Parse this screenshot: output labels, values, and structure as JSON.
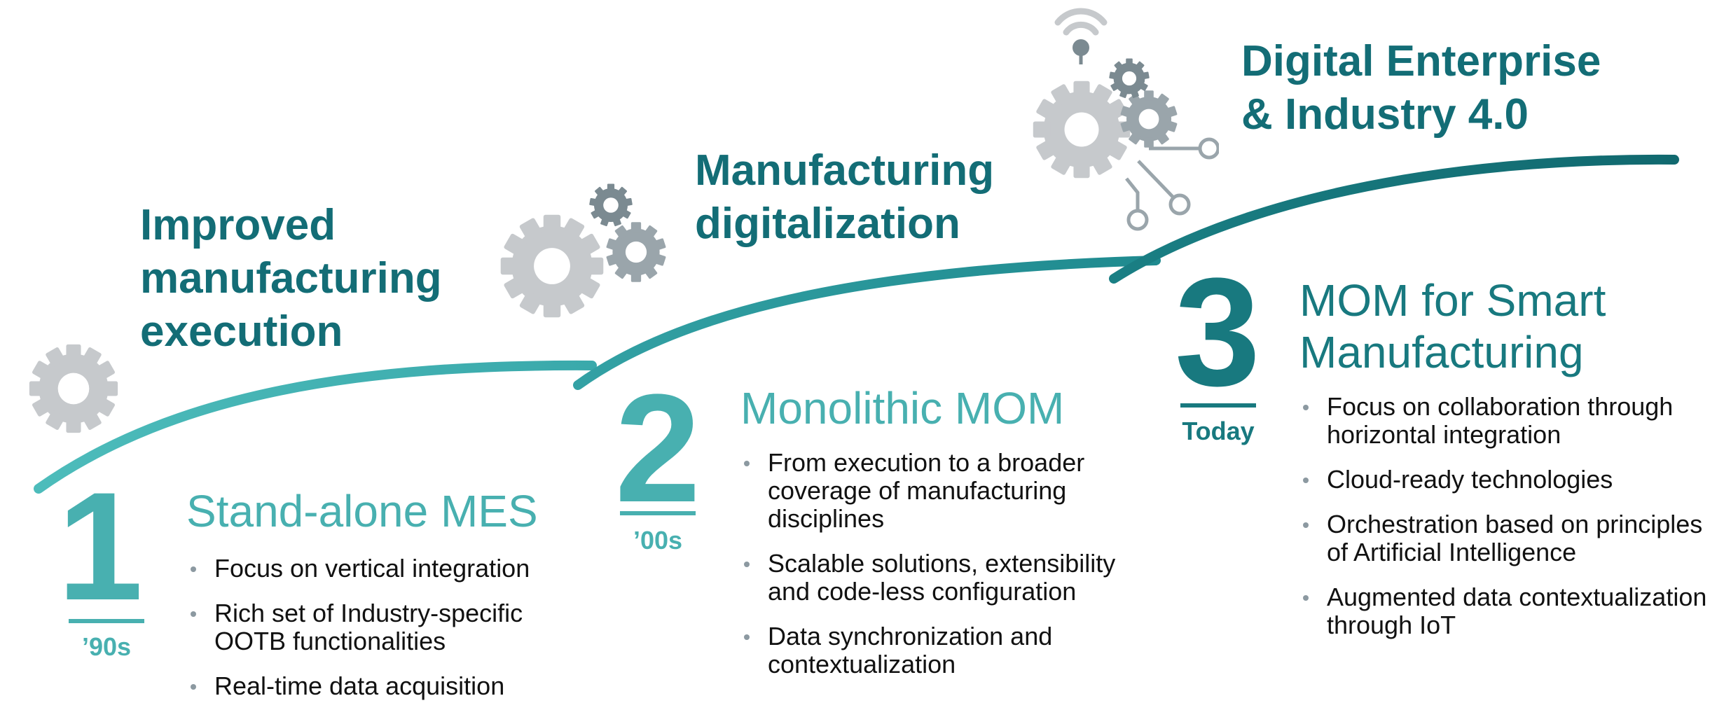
{
  "eras": [
    {
      "title_lines": [
        "Improved",
        "manufacturing",
        "execution"
      ]
    },
    {
      "title_lines": [
        "Manufacturing",
        "digitalization"
      ]
    },
    {
      "title_lines": [
        "Digital Enterprise",
        "& Industry 4.0"
      ]
    }
  ],
  "stages": [
    {
      "number": "1",
      "date": "’90s",
      "title_lines": [
        "Stand-alone MES"
      ],
      "bullets": [
        {
          "lines": [
            "Focus on vertical integration"
          ]
        },
        {
          "lines": [
            "Rich set of Industry-specific",
            "OOTB functionalities"
          ]
        },
        {
          "lines": [
            "Real-time data acquisition"
          ]
        }
      ]
    },
    {
      "number": "2",
      "date": "’00s",
      "title_lines": [
        "Monolithic MOM"
      ],
      "bullets": [
        {
          "lines": [
            "From execution to a broader",
            "coverage of manufacturing",
            "disciplines"
          ]
        },
        {
          "lines": [
            "Scalable solutions, extensibility",
            "and code-less configuration"
          ]
        },
        {
          "lines": [
            "Data synchronization and",
            "contextualization"
          ]
        }
      ]
    },
    {
      "number": "3",
      "date": "Today",
      "title_lines": [
        "MOM for Smart",
        "Manufacturing"
      ],
      "bullets": [
        {
          "lines": [
            "Focus on collaboration through",
            "horizontal integration"
          ]
        },
        {
          "lines": [
            "Cloud-ready technologies"
          ]
        },
        {
          "lines": [
            "Orchestration based on principles",
            "of Artificial Intelligence"
          ]
        },
        {
          "lines": [
            "Augmented data contextualization",
            "through IoT"
          ]
        }
      ]
    }
  ],
  "icons": [
    "gear-icon",
    "gear-cluster-icon",
    "iot-gear-circuit-icon",
    "wifi-signal-icon"
  ],
  "colors": {
    "dark_teal": "#136d76",
    "teal": "#18797f",
    "light_teal": "#48b0b0",
    "gear_light": "#c6c9cc",
    "gear_dark": "#7b8a91",
    "bullet": "#8c99a1"
  }
}
